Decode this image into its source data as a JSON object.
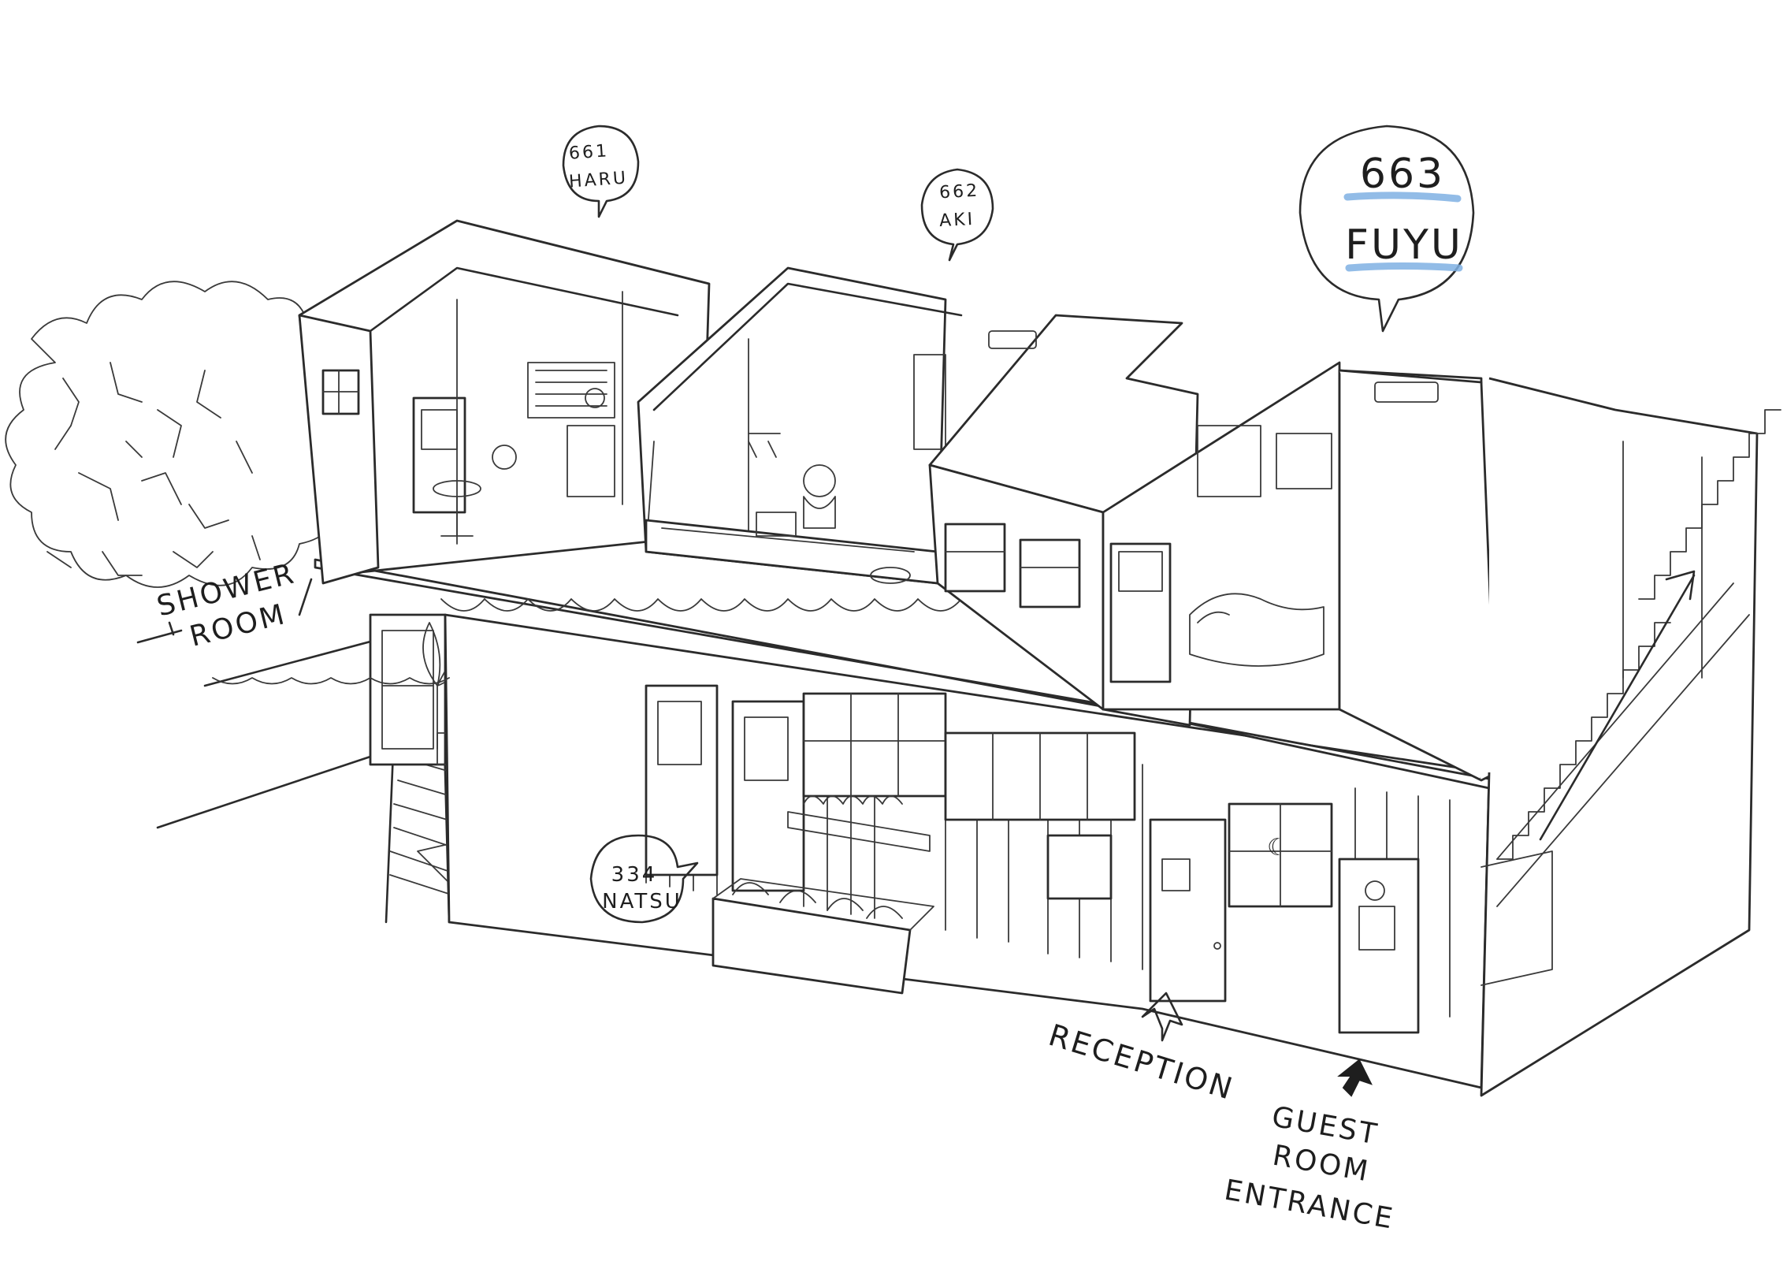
{
  "rooms": {
    "haru": {
      "number": "661",
      "name": "HARU"
    },
    "aki": {
      "number": "662",
      "name": "AKI"
    },
    "fuyu": {
      "number": "663",
      "name": "FUYU"
    },
    "natsu": {
      "number": "334",
      "name": "NATSU"
    }
  },
  "labels": {
    "shower_line1": "SHOWER",
    "shower_line2": "ROOM",
    "reception": "RECEPTION",
    "guest_line1": "GUEST",
    "guest_line2": "ROOM",
    "guest_line3": "ENTRANCE"
  },
  "colors": {
    "highlight": "#7fb0e3",
    "ink": "#2b2b2b",
    "paper": "#ffffff"
  }
}
